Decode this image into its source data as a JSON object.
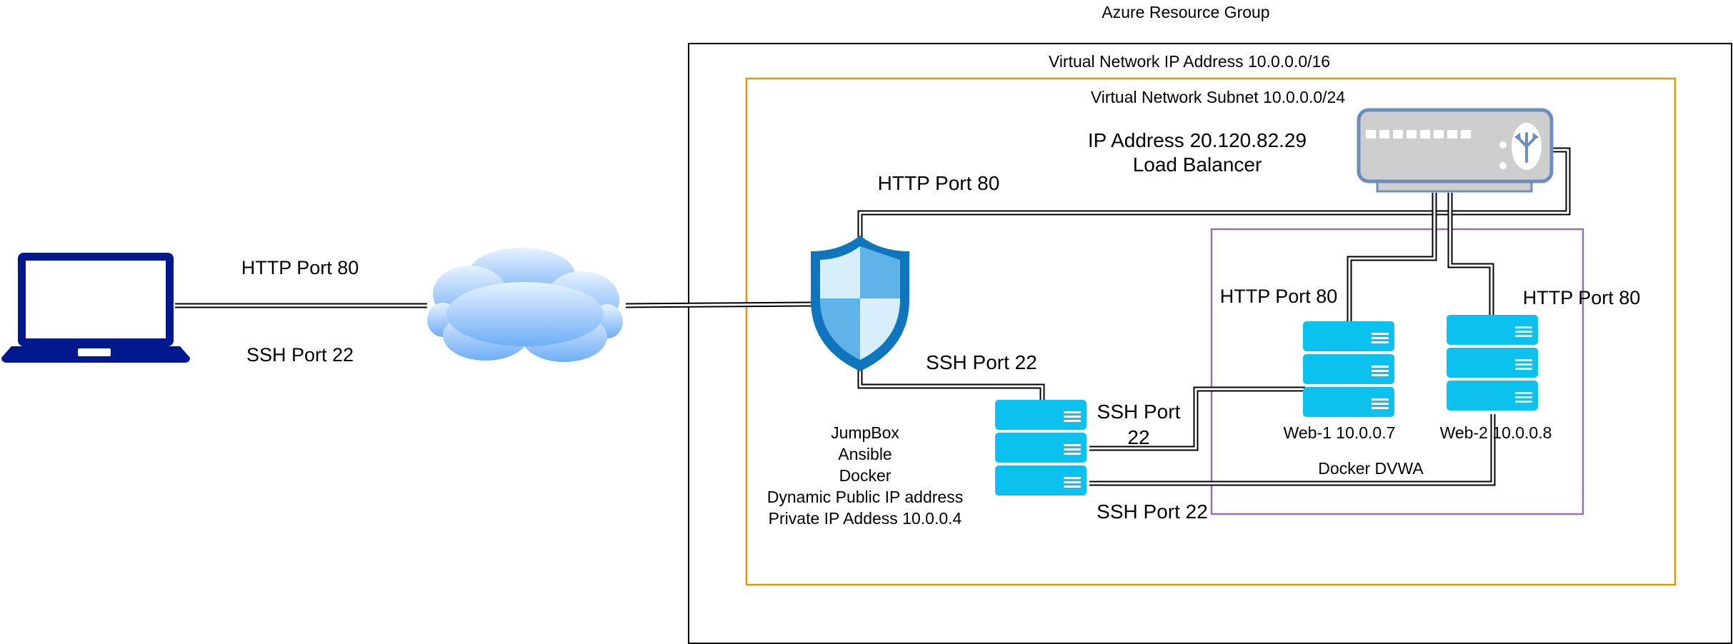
{
  "diagram": {
    "resource_group_label": "Azure Resource Group",
    "vnet_label": "Virtual Network IP Address 10.0.0.0/16",
    "subnet_label": "Virtual Network Subnet 10.0.0.0/24",
    "load_balancer": {
      "ip_label": "IP Address 20.120.82.29",
      "name_label": "Load Balancer"
    },
    "client_links": {
      "http": "HTTP Port 80",
      "ssh": "SSH Port 22"
    },
    "firewall_to_lb": "HTTP Port 80",
    "firewall_to_jumpbox": "SSH Port 22",
    "jumpbox_to_web1": [
      "SSH Port",
      "22"
    ],
    "jumpbox_to_web2": "SSH Port 22",
    "lb_to_web1": "HTTP Port 80",
    "lb_to_web2": "HTTP Port 80",
    "jumpbox_lines": [
      "JumpBox",
      "Ansible",
      "Docker",
      "Dynamic Public IP address",
      "Private IP Addess 10.0.0.4"
    ],
    "web1_label": "Web-1 10.0.0.7",
    "web2_label": "Web-2 10.0.0.8",
    "docker_group_label": "Docker DVWA"
  },
  "icons": {
    "client": "laptop-icon",
    "internet": "cloud-icon",
    "firewall": "shield-icon",
    "load_balancer": "load-balancer-icon",
    "servers": "server-icon"
  },
  "colors": {
    "resource_group_border": "#000000",
    "subnet_border": "#D79B00",
    "docker_group_border": "#9673A6",
    "laptop": "#00188D",
    "server": "#0BC2EE",
    "shield": "#0F75BC",
    "load_balancer_body": "#CECECE",
    "load_balancer_border": "#6C8EBF"
  }
}
